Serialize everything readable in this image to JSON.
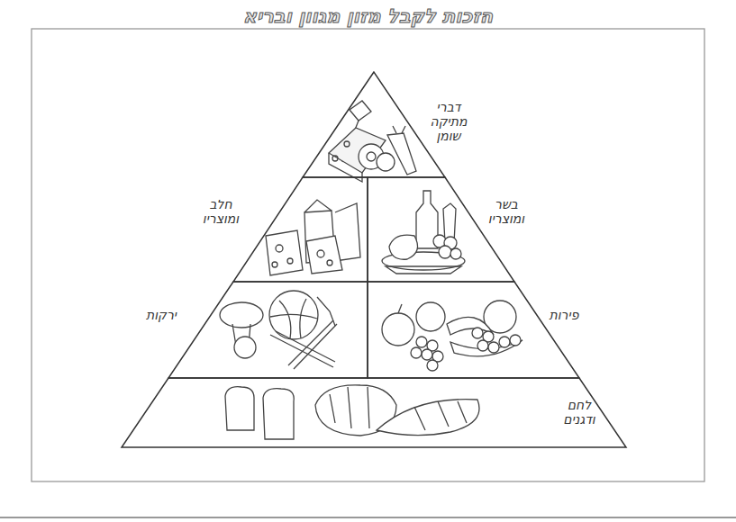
{
  "diagram": {
    "title": "הזכות לקבל מזון מגוון ובריא",
    "nodes": [
      {
        "text": [
          "דברי מתיקה שומן"
        ]
      },
      {
        "text": [
          "בשר ומוצריו"
        ]
      },
      {
        "text": [
          "חלב ומוצריו"
        ]
      },
      {
        "text": [
          "פירות"
        ]
      },
      {
        "text": [
          "ירקות"
        ]
      },
      {
        "text": [
          "לחם ודגנים"
        ]
      }
    ]
  }
}
